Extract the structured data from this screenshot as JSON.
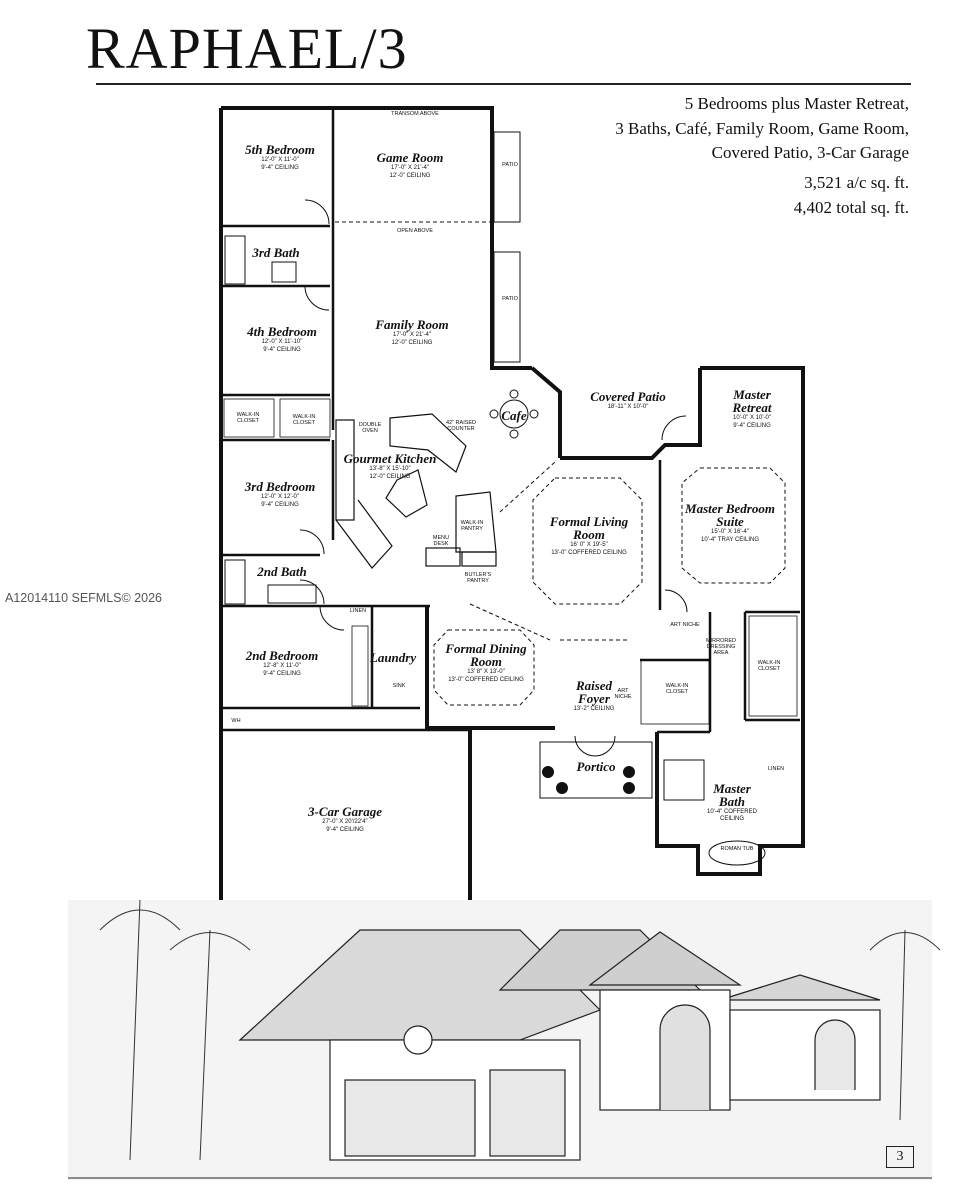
{
  "title": "RAPHAEL/3",
  "description_lines": [
    "5 Bedrooms plus Master Retreat,",
    "3 Baths, Café, Family Room, Game Room,",
    "Covered Patio, 3-Car Garage"
  ],
  "sqft_ac": "3,521 a/c sq. ft.",
  "sqft_total": "4,402 total sq. ft.",
  "watermark": "A12014110  SEFMLS© 2026",
  "page_number": "3",
  "rooms": {
    "bed5": {
      "name": "5th Bedroom",
      "size": "12'-0\" X 11'-0\"",
      "ceiling": "9'-4\" CEILING"
    },
    "game": {
      "name": "Game Room",
      "size": "17'-0\" X 21'-4\"",
      "ceiling": "12'-0\" CEILING"
    },
    "bath3": {
      "name": "3rd Bath"
    },
    "bed4": {
      "name": "4th Bedroom",
      "size": "12'-0\" X 11'-10\"",
      "ceiling": "9'-4\" CEILING"
    },
    "family": {
      "name": "Family Room",
      "size": "17'-0\" X 21'-4\"",
      "ceiling": "12'-0\" CEILING"
    },
    "cafe": {
      "name": "Cafe"
    },
    "covered_patio": {
      "name": "Covered Patio",
      "size": "18'-11\" X 10'-0\""
    },
    "master_retreat": {
      "name": "Master Retreat",
      "size": "10'-0\" X 10'-0\"",
      "ceiling": "9'-4\" CEILING"
    },
    "kitchen": {
      "name": "Gourmet Kitchen",
      "size": "13'-8\" X 15'-10\"",
      "ceiling": "12'-0\" CEILING"
    },
    "bed3": {
      "name": "3rd Bedroom",
      "size": "12'-0\" X 12'-0\"",
      "ceiling": "9'-4\" CEILING"
    },
    "living": {
      "name": "Formal Living Room",
      "size": "16' 0\" X 19'-5\"",
      "ceiling": "13'-0\" COFFERED CEILING"
    },
    "master_suite": {
      "name": "Master Bedroom Suite",
      "size": "15'-0\" X 16'-4\"",
      "ceiling": "10'-4\" TRAY CEILING"
    },
    "bath2": {
      "name": "2nd Bath"
    },
    "bed2": {
      "name": "2nd Bedroom",
      "size": "12'-8\" X 11'-0\"",
      "ceiling": "9'-4\" CEILING"
    },
    "laundry": {
      "name": "Laundry"
    },
    "dining": {
      "name": "Formal Dining Room",
      "size": "13' 8\" X 13'-0\"",
      "ceiling": "13'-0\" COFFERED CEILING"
    },
    "foyer": {
      "name": "Raised Foyer",
      "ceiling": "13'-2\" CEILING"
    },
    "portico": {
      "name": "Portico"
    },
    "garage": {
      "name": "3-Car Garage",
      "size": "27'-0\" X 20'/22'4\"",
      "ceiling": "9'-4\" CEILING"
    },
    "master_bath": {
      "name": "Master Bath",
      "ceiling": "10'-4\" COFFERED CEILING"
    }
  },
  "labels": {
    "patio_upper": "PATIO",
    "patio_lower": "PATIO",
    "transom": "TRANSOM ABOVE",
    "open_above": "OPEN ABOVE",
    "walkin_closet_a": "WALK-IN CLOSET",
    "walkin_closet_b": "WALK-IN CLOSET",
    "double_oven": "DOUBLE OVEN",
    "raised_counter": "42\" RAISED COUNTER",
    "walkin_pantry": "WALK-IN PANTRY",
    "menu_desk": "MENU DESK",
    "butlers_pantry": "BUTLER'S PANTRY",
    "art_niche_a": "ART NICHE",
    "art_niche_b": "ART NICHE",
    "mirrored_dressing": "MIRRORED DRESSING AREA",
    "walkin_closet_c": "WALK-IN CLOSET",
    "walkin_closet_d": "WALK-IN CLOSET",
    "linen_a": "LINEN",
    "linen_b": "LINEN",
    "sink": "SINK",
    "wh": "WH",
    "roman_tub": "ROMAN TUB"
  }
}
